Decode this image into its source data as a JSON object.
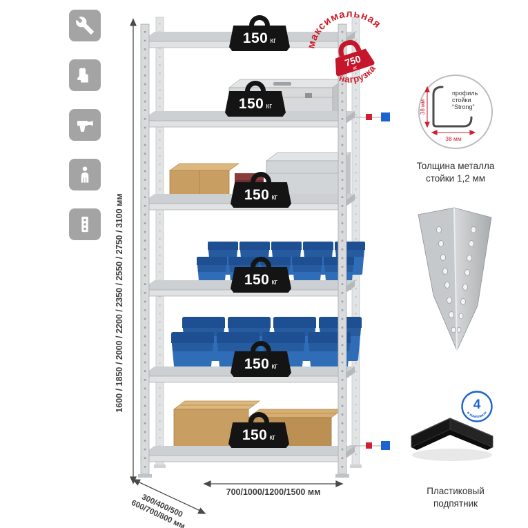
{
  "rack": {
    "shelves": [
      {
        "num": "150",
        "unit": "кг"
      },
      {
        "num": "150",
        "unit": "кг"
      },
      {
        "num": "150",
        "unit": "кг"
      },
      {
        "num": "150",
        "unit": "кг"
      },
      {
        "num": "150",
        "unit": "кг"
      },
      {
        "num": "150",
        "unit": "кг"
      }
    ]
  },
  "stamp": {
    "arc_top": "максимальная",
    "arc_bottom": "нагрузка",
    "weight_num": "750",
    "weight_unit": "кг"
  },
  "profile_detail": {
    "label_line1": "профиль",
    "label_line2": "стойки",
    "label_line3": "“Strong”",
    "dim_vertical": "38 мм",
    "dim_horizontal": "38 мм",
    "caption_line1": "Толщина металла",
    "caption_line2": "стойки 1,2 мм"
  },
  "foot_detail": {
    "badge_number": "4",
    "badge_arc": "в комплекте",
    "caption_line1": "Пластиковый",
    "caption_line2": "подпятник"
  },
  "dimensions": {
    "height": "1600 / 1850 / 2000 / 2200 / 2350 / 2550 / 2750 / 3100 мм",
    "depth_line1": "300/400/500",
    "depth_line2": "600/700/800 мм",
    "width": "700/1000/1200/1500 мм"
  },
  "feature_icons": [
    {
      "name": "wrench-icon"
    },
    {
      "name": "gloves-icon"
    },
    {
      "name": "drill-icon"
    },
    {
      "name": "person-icon"
    },
    {
      "name": "perforated-profile-icon"
    }
  ],
  "colors": {
    "accent_red": "#d0202f",
    "accent_blue": "#1d62d1",
    "bin_blue": "#2f6db8",
    "metal_gray": "#d2d5d7",
    "cardboard": "#c89e62",
    "icon_tile_gray": "#a4a4a4",
    "weight_black": "#141414",
    "text": "#333333"
  }
}
